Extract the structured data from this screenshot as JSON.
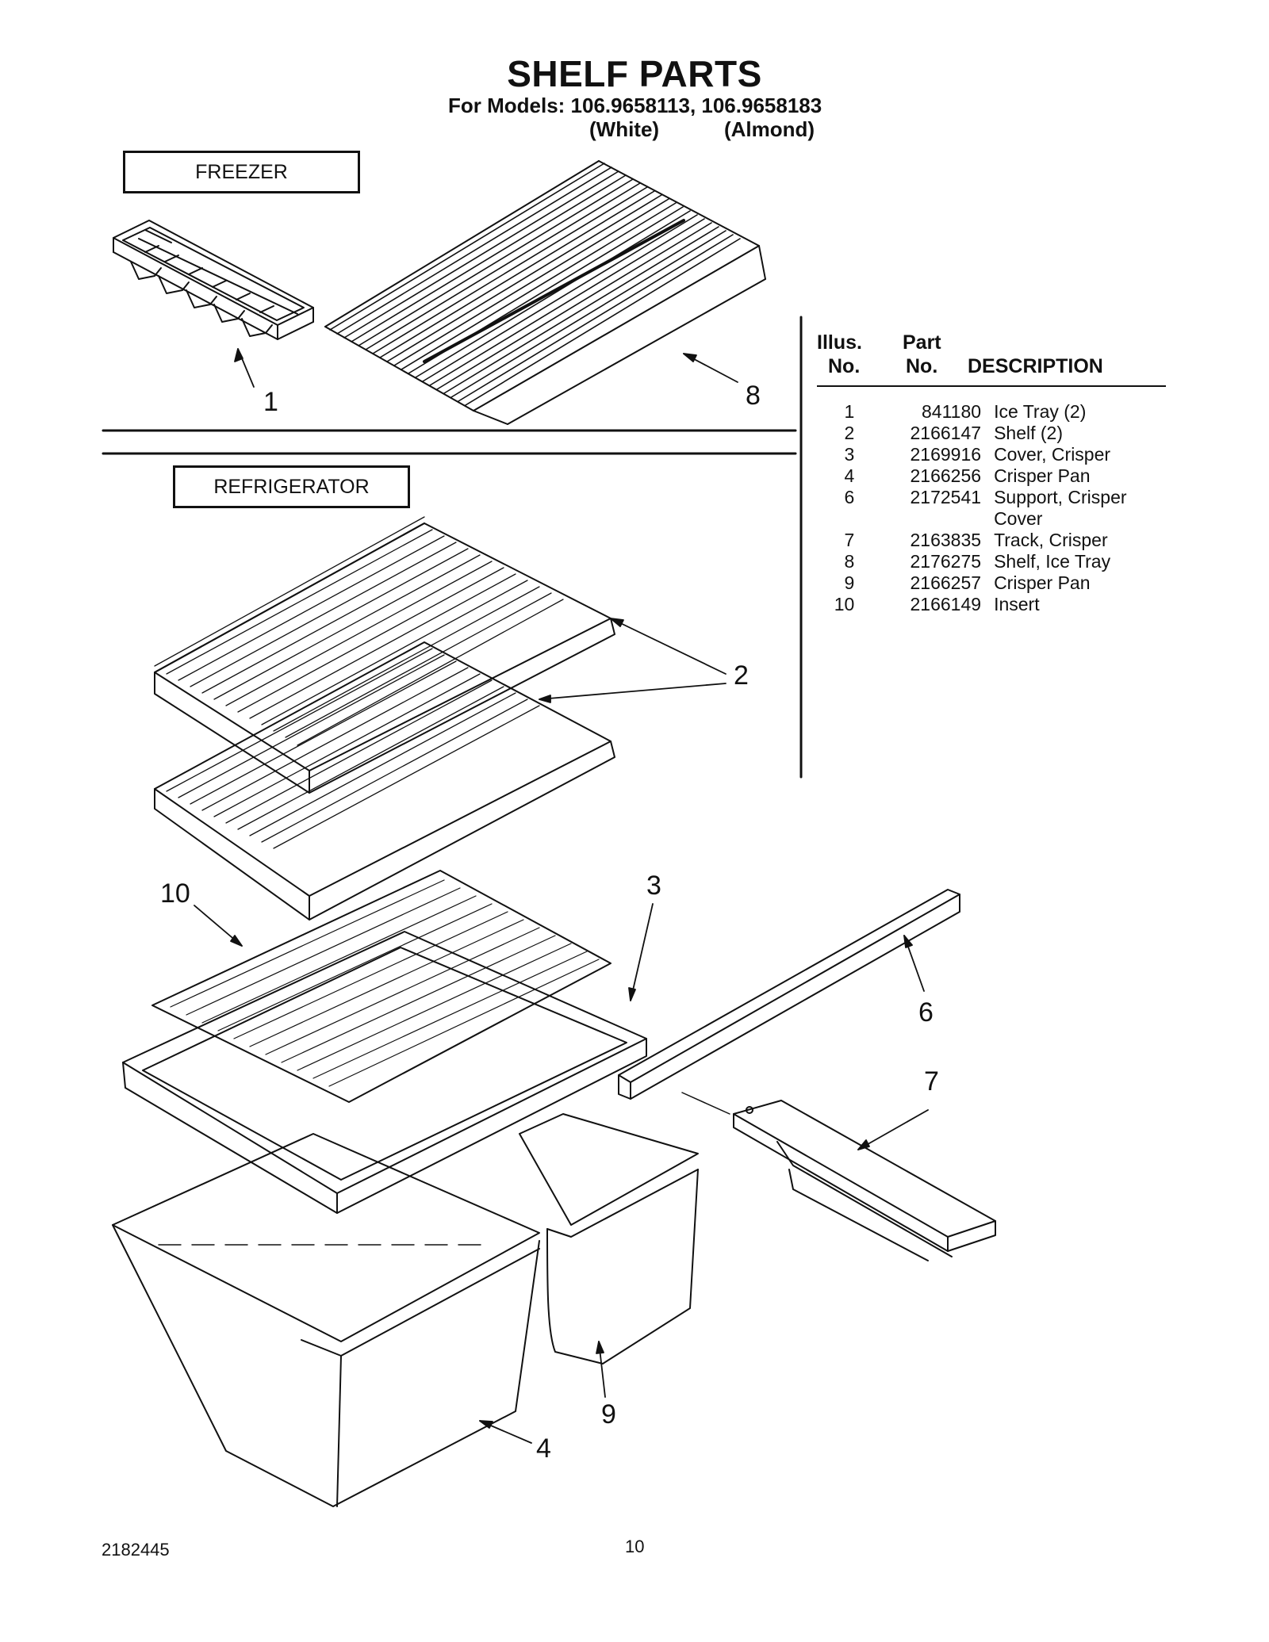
{
  "header": {
    "title": "SHELF PARTS",
    "models": "For Models: 106.9658113, 106.9658183",
    "color_white": "(White)",
    "color_almond": "(Almond)"
  },
  "sections": {
    "freezer": "FREEZER",
    "refrigerator": "REFRIGERATOR"
  },
  "callouts": [
    "1",
    "8",
    "2",
    "10",
    "3",
    "6",
    "7",
    "9",
    "4"
  ],
  "parts_table": {
    "headers": {
      "illus_top": "Illus.",
      "illus_bottom": "No.",
      "part_top": "Part",
      "part_bottom": "No.",
      "description": "DESCRIPTION"
    },
    "rows": [
      {
        "illus": "1",
        "part": "841180",
        "desc": "Ice Tray (2)",
        "desc2": ""
      },
      {
        "illus": "2",
        "part": "2166147",
        "desc": "Shelf (2)",
        "desc2": ""
      },
      {
        "illus": "3",
        "part": "2169916",
        "desc": "Cover, Crisper",
        "desc2": ""
      },
      {
        "illus": "4",
        "part": "2166256",
        "desc": "Crisper Pan",
        "desc2": ""
      },
      {
        "illus": "6",
        "part": "2172541",
        "desc": "Support, Crisper",
        "desc2": "Cover"
      },
      {
        "illus": "7",
        "part": "2163835",
        "desc": "Track, Crisper",
        "desc2": ""
      },
      {
        "illus": "8",
        "part": "2176275",
        "desc": "Shelf, Ice Tray",
        "desc2": ""
      },
      {
        "illus": "9",
        "part": "2166257",
        "desc": "Crisper Pan",
        "desc2": ""
      },
      {
        "illus": "10",
        "part": "2166149",
        "desc": "Insert",
        "desc2": ""
      }
    ]
  },
  "footer": {
    "doc_number": "2182445",
    "page_number": "10"
  }
}
